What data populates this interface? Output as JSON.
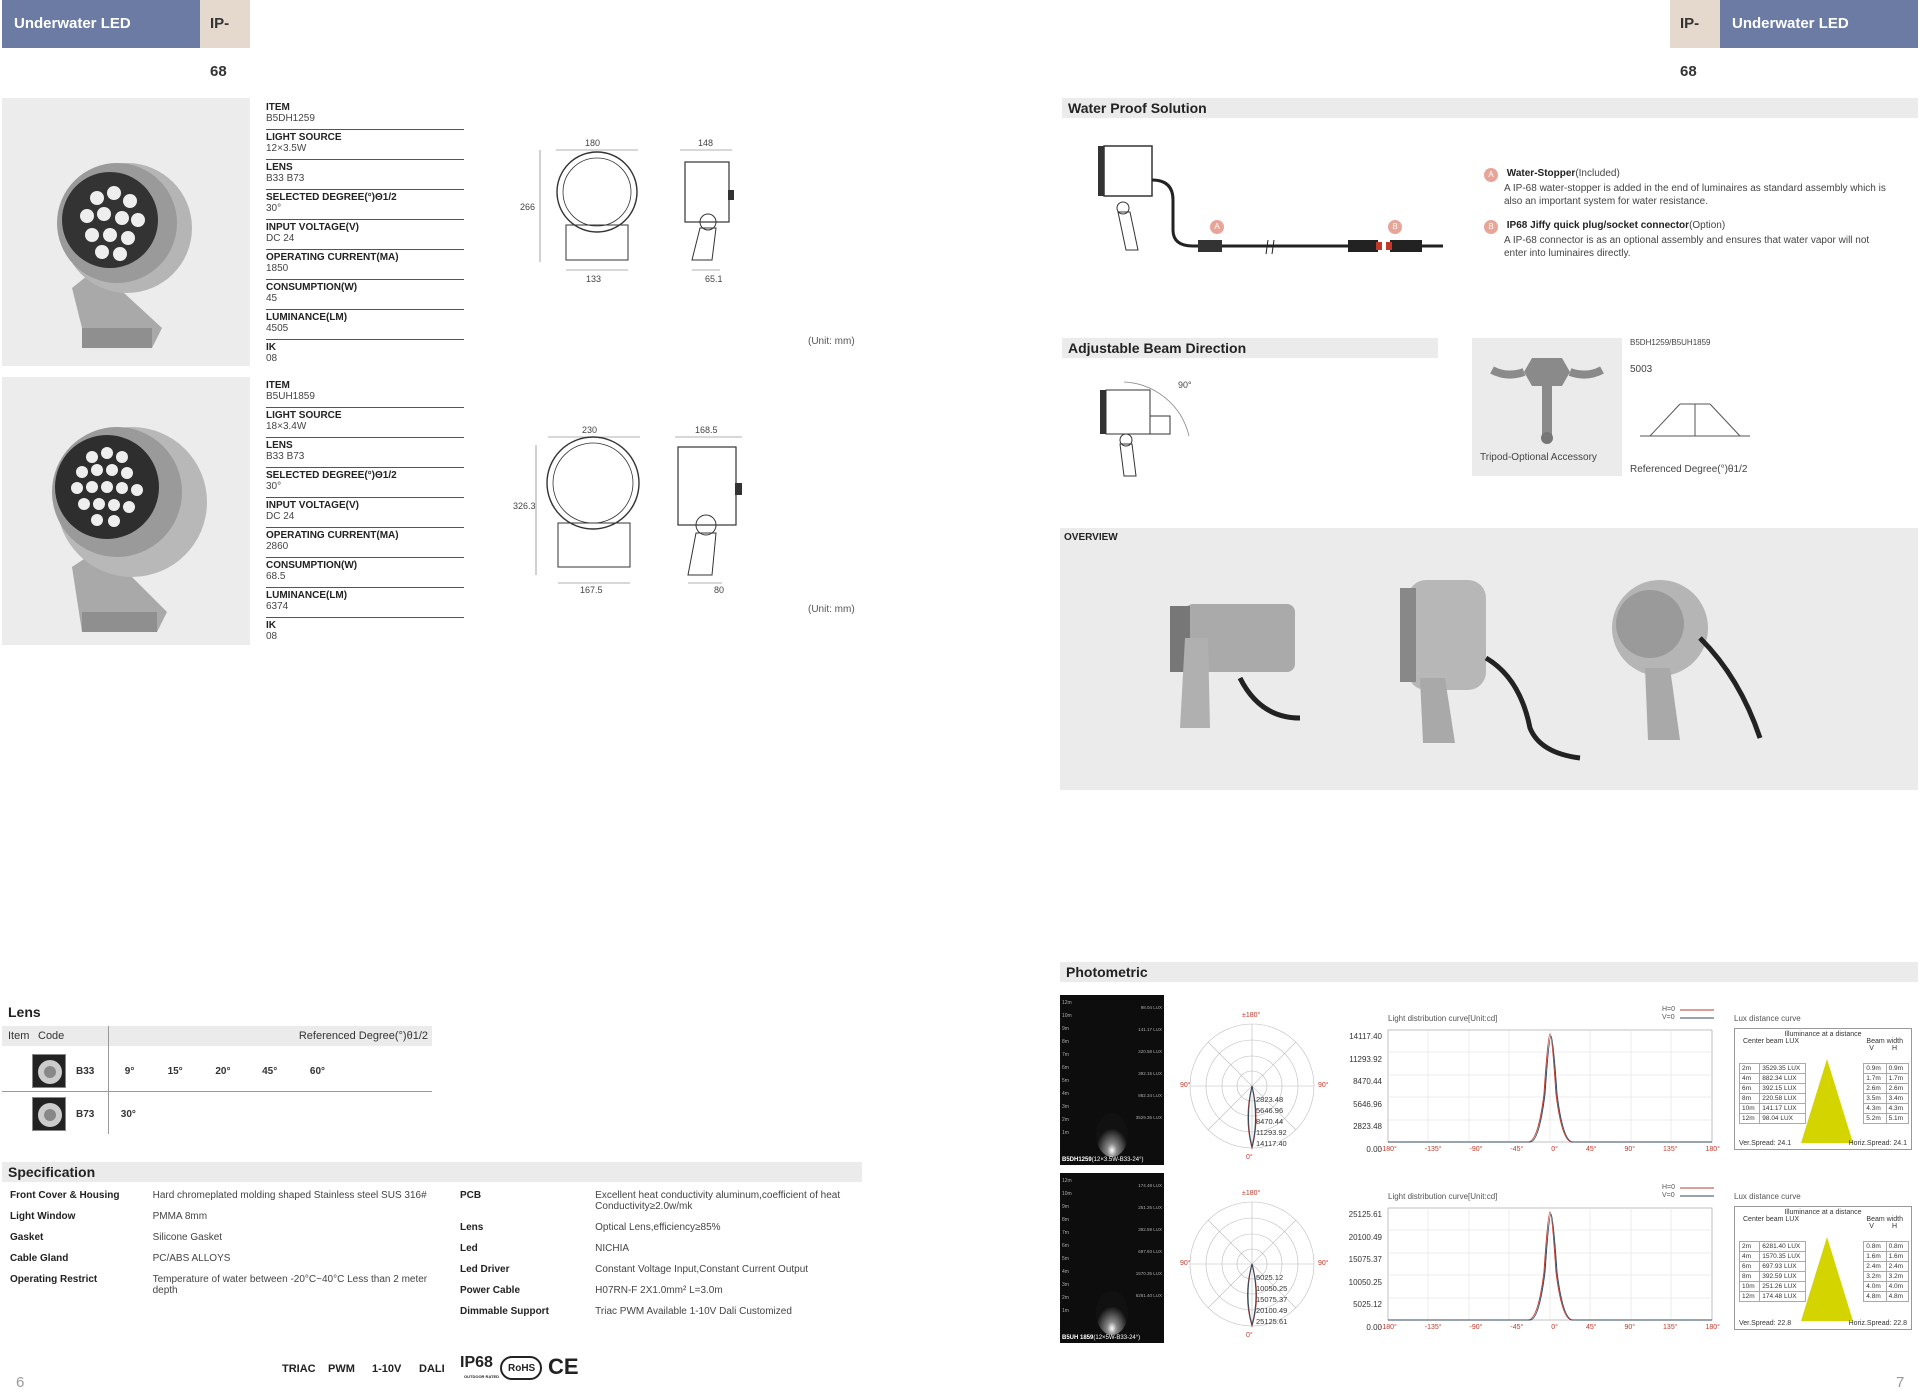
{
  "header": {
    "left_title": "Underwater LED Spotlight",
    "left_ip": "IP-68",
    "right_ip": "IP-68",
    "right_title": "Underwater LED Spotlight"
  },
  "products": [
    {
      "specs": [
        {
          "label": "ITEM",
          "value": "B5DH1259"
        },
        {
          "label": "LIGHT SOURCE",
          "value": "12×3.5W"
        },
        {
          "label": "LENS",
          "value": "B33  B73"
        },
        {
          "label": "SELECTED DEGREE(°)θ1/2",
          "value": "30°"
        },
        {
          "label": "INPUT VOLTAGE(V)",
          "value": "DC 24"
        },
        {
          "label": "OPERATING CURRENT(MA)",
          "value": "1850"
        },
        {
          "label": "CONSUMPTION(W)",
          "value": "45"
        },
        {
          "label": "LUMINANCE(LM)",
          "value": "4505"
        },
        {
          "label": "IK",
          "value": "08"
        }
      ],
      "dims": {
        "top_front": "180",
        "top_side": "148",
        "height": "266",
        "bottom_front": "133",
        "bottom_side": "65.1"
      },
      "unit": "(Unit: mm)"
    },
    {
      "specs": [
        {
          "label": "ITEM",
          "value": "B5UH1859"
        },
        {
          "label": "LIGHT SOURCE",
          "value": "18×3.4W"
        },
        {
          "label": "LENS",
          "value": "B33  B73"
        },
        {
          "label": "SELECTED DEGREE(°)θ1/2",
          "value": "30°"
        },
        {
          "label": "INPUT VOLTAGE(V)",
          "value": "DC 24"
        },
        {
          "label": "OPERATING CURRENT(MA)",
          "value": "2860"
        },
        {
          "label": "CONSUMPTION(W)",
          "value": "68.5"
        },
        {
          "label": "LUMINANCE(LM)",
          "value": "6374"
        },
        {
          "label": "IK",
          "value": "08"
        }
      ],
      "dims": {
        "top_front": "230",
        "top_side": "168.5",
        "height": "326.3",
        "bottom_front": "167.5",
        "bottom_side": "80"
      },
      "unit": "(Unit: mm)"
    }
  ],
  "lens": {
    "title": "Lens",
    "col_item": "Item",
    "col_code": "Code",
    "col_degree": "Referenced Degree(°)θ1/2",
    "rows": [
      {
        "code": "B33",
        "degrees": [
          "9°",
          "15°",
          "20°",
          "45°",
          "60°"
        ]
      },
      {
        "code": "B73",
        "degrees": [
          "30°"
        ]
      }
    ]
  },
  "specification": {
    "title": "Specification",
    "left": [
      {
        "k": "Front Cover & Housing",
        "v": "Hard chromeplated molding shaped Stainless steel SUS 316#"
      },
      {
        "k": "Light Window",
        "v": "PMMA 8mm"
      },
      {
        "k": "Gasket",
        "v": "Silicone Gasket"
      },
      {
        "k": "Cable Gland",
        "v": "PC/ABS ALLOYS"
      },
      {
        "k": "Operating Restrict",
        "v": "Temperature of water between -20°C~40°C Less than 2 meter depth"
      }
    ],
    "right": [
      {
        "k": "PCB",
        "v": "Excellent heat conductivity aluminum,coefficient of heat Conductivity≥2.0w/mk"
      },
      {
        "k": "Lens",
        "v": "Optical Lens,efficiency≥85%"
      },
      {
        "k": "Led",
        "v": "NICHIA"
      },
      {
        "k": "Led Driver",
        "v": "Constant Voltage Input,Constant Current Output"
      },
      {
        "k": "Power Cable",
        "v": "H07RN-F 2X1.0mm²  L=3.0m"
      },
      {
        "k": "Dimmable Support",
        "v": "Triac  PWM Available 1-10V  Dali  Customized"
      }
    ]
  },
  "certs": {
    "triac": "TRIAC",
    "pwm": "PWM",
    "v110": "1-10V",
    "dali": "DALI",
    "ip68": "IP68",
    "ip68_sub": "OUTDOOR RATED",
    "rohs": "RoHS",
    "ce": "CE"
  },
  "page_left": "6",
  "page_right": "7",
  "waterproof": {
    "title": "Water Proof Solution",
    "marker_a": "A",
    "marker_b": "B",
    "item_a_title": "Water-Stopper",
    "item_a_suffix": "(Included)",
    "item_a_text": "A IP-68 water-stopper is added in the end of luminaires as standard assembly which is also an important system for water resistance.",
    "item_b_title": "IP68 Jiffy quick plug/socket connector",
    "item_b_suffix": "(Option)",
    "item_b_text": "A IP-68 connector is as an optional assembly and ensures that water vapor will not enter into luminaires directly."
  },
  "beam": {
    "title": "Adjustable Beam Direction",
    "angle": "90°",
    "tripod_label": "Tripod-Optional Accessory",
    "model_label": "B5DH1259/B5UH1859",
    "model_value": "5003",
    "ref_degree": "Referenced Degree(°)θ1/2"
  },
  "overview": {
    "title": "OVERVIEW"
  },
  "photometric": {
    "title": "Photometric",
    "curves": [
      {
        "beam_label": "B5DH1259",
        "beam_suffix": "(12×3.5W-B33-24°)",
        "polar_top": "±180°",
        "polar_left": "90°",
        "polar_right": "90°",
        "polar_bottom": "0°",
        "polar_values": [
          "2823.48",
          "5646.96",
          "8470.44",
          "11293.92",
          "14117.40"
        ],
        "chart_title": "Light distribution curve[Unit:cd]",
        "legend_h": "H=0",
        "legend_v": "V=0",
        "y_ticks": [
          "14117.40",
          "11293.92",
          "8470.44",
          "5646.96",
          "2823.48",
          "0.00"
        ],
        "x_ticks": [
          "-180°",
          "-135°",
          "-90°",
          "-45°",
          "0°",
          "45°",
          "90°",
          "135°",
          "180°"
        ],
        "lux_title": "Lux distance curve",
        "lux_head": "Illuminance at a distance",
        "lux_center": "Center beam LUX",
        "lux_beam": "Beam width",
        "lux_v": "V",
        "lux_h": "H",
        "lux_rows": [
          [
            "2m",
            "3529.35 LUX",
            "0.9m",
            "0.9m"
          ],
          [
            "4m",
            "882.34 LUX",
            "1.7m",
            "1.7m"
          ],
          [
            "6m",
            "392.15 LUX",
            "2.6m",
            "2.6m"
          ],
          [
            "8m",
            "220.58 LUX",
            "3.5m",
            "3.4m"
          ],
          [
            "10m",
            "141.17 LUX",
            "4.3m",
            "4.3m"
          ],
          [
            "12m",
            "98.04 LUX",
            "5.2m",
            "5.1m"
          ]
        ],
        "ver_spread": "Ver.Spread: 24.1",
        "hor_spread": "Horiz.Spread: 24.1"
      },
      {
        "beam_label": "B5UH 1859",
        "beam_suffix": "(12×5W-B33-24°)",
        "polar_top": "±180°",
        "polar_left": "90°",
        "polar_right": "90°",
        "polar_bottom": "0°",
        "polar_values": [
          "5025.12",
          "10050.25",
          "15075.37",
          "20100.49",
          "25125.61"
        ],
        "chart_title": "Light distribution curve[Unit:cd]",
        "legend_h": "H=0",
        "legend_v": "V=0",
        "y_ticks": [
          "25125.61",
          "20100.49",
          "15075.37",
          "10050.25",
          "5025.12",
          "0.00"
        ],
        "x_ticks": [
          "-180°",
          "-135°",
          "-90°",
          "-45°",
          "0°",
          "45°",
          "90°",
          "135°",
          "180°"
        ],
        "lux_title": "Lux distance curve",
        "lux_head": "Illuminance at a distance",
        "lux_center": "Center beam LUX",
        "lux_beam": "Beam width",
        "lux_v": "V",
        "lux_h": "H",
        "lux_rows": [
          [
            "2m",
            "6281.40 LUX",
            "0.8m",
            "0.8m"
          ],
          [
            "4m",
            "1570.35 LUX",
            "1.6m",
            "1.6m"
          ],
          [
            "6m",
            "697.93 LUX",
            "2.4m",
            "2.4m"
          ],
          [
            "8m",
            "392.59 LUX",
            "3.2m",
            "3.2m"
          ],
          [
            "10m",
            "251.26 LUX",
            "4.0m",
            "4.0m"
          ],
          [
            "12m",
            "174.48 LUX",
            "4.8m",
            "4.8m"
          ]
        ],
        "ver_spread": "Ver.Spread: 22.8",
        "hor_spread": "Horiz.Spread: 22.8"
      }
    ]
  },
  "beam_strip": {
    "rows_a": [
      "12m",
      "10m",
      "9m",
      "8m",
      "7m",
      "6m",
      "5m",
      "4m",
      "3m",
      "2m",
      "1m"
    ],
    "lux_a": [
      "98.04 LUX",
      "141.17 LUX",
      "220.58 LUX",
      "392.15 LUX",
      "882.34 LUX",
      "3529.35 LUX"
    ],
    "lux_b": [
      "174.48 LUX",
      "251.26 LUX",
      "392.59 LUX",
      "697.93 LUX",
      "1570.35 LUX",
      "6281.40 LUX"
    ]
  }
}
